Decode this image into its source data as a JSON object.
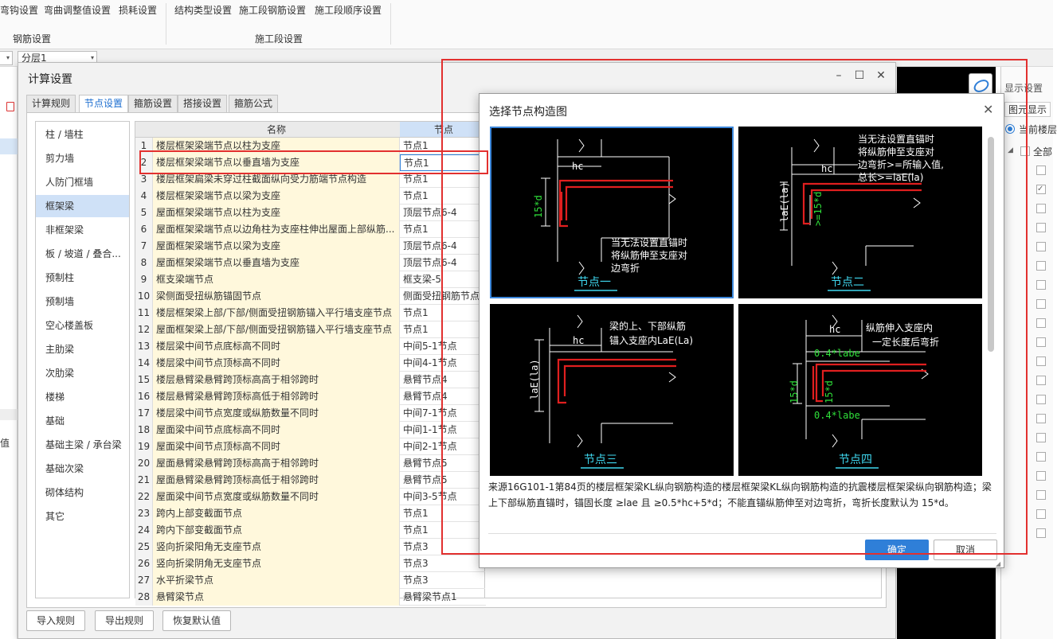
{
  "ribbon": {
    "items": [
      "弯钩设置",
      "弯曲调整值设置",
      "损耗设置",
      "结构类型设置",
      "施工段钢筋设置",
      "施工段顺序设置"
    ],
    "group_rebar": "钢筋设置",
    "group_section": "施工段设置"
  },
  "layer_combo": "分层1",
  "display_panel": {
    "title": "显示设置",
    "tab": "图元显示",
    "current": "当前楼层",
    "all": "全部"
  },
  "calc_dialog": {
    "title": "计算设置",
    "tabs": [
      "计算规则",
      "节点设置",
      "箍筋设置",
      "搭接设置",
      "箍筋公式"
    ],
    "active_tab": 1,
    "categories": [
      "柱 / 墙柱",
      "剪力墙",
      "人防门框墙",
      "框架梁",
      "非框架梁",
      "板 / 坡道 / 叠合...",
      "预制柱",
      "预制墙",
      "空心楼盖板",
      "主肋梁",
      "次肋梁",
      "楼梯",
      "基础",
      "基础主梁 / 承台梁",
      "基础次梁",
      "砌体结构",
      "其它"
    ],
    "selected_category": 3,
    "grid_headers": {
      "name": "名称",
      "node": "节点"
    },
    "rows": [
      {
        "no": "1",
        "name": "楼层框架梁端节点以柱为支座",
        "node": "节点1"
      },
      {
        "no": "2",
        "name": "楼层框架梁端节点以垂直墙为支座",
        "node": "节点1"
      },
      {
        "no": "3",
        "name": "楼层框架扁梁未穿过柱截面纵向受力筋端节点构造",
        "node": "节点1"
      },
      {
        "no": "4",
        "name": "楼层框架梁端节点以梁为支座",
        "node": "节点1"
      },
      {
        "no": "5",
        "name": "屋面框架梁端节点以柱为支座",
        "node": "顶层节点6-4"
      },
      {
        "no": "6",
        "name": "屋面框架梁端节点以边角柱为支座柱伸出屋面上部纵筋...",
        "node": "节点1"
      },
      {
        "no": "7",
        "name": "屋面框架梁端节点以梁为支座",
        "node": "顶层节点6-4"
      },
      {
        "no": "8",
        "name": "屋面框架梁端节点以垂直墙为支座",
        "node": "顶层节点6-4"
      },
      {
        "no": "9",
        "name": "框支梁端节点",
        "node": "框支梁-5"
      },
      {
        "no": "10",
        "name": "梁侧面受扭纵筋锚固节点",
        "node": "侧面受扭钢筋节点"
      },
      {
        "no": "11",
        "name": "楼层框架梁上部/下部/侧面受扭钢筋锚入平行墙支座节点",
        "node": "节点1"
      },
      {
        "no": "12",
        "name": "屋面框架梁上部/下部/侧面受扭钢筋锚入平行墙支座节点",
        "node": "节点1"
      },
      {
        "no": "13",
        "name": "楼层梁中间节点底标高不同时",
        "node": "中间5-1节点"
      },
      {
        "no": "14",
        "name": "楼层梁中间节点顶标高不同时",
        "node": "中间4-1节点"
      },
      {
        "no": "15",
        "name": "楼层悬臂梁悬臂跨顶标高高于相邻跨时",
        "node": "悬臂节点4"
      },
      {
        "no": "16",
        "name": "楼层悬臂梁悬臂跨顶标高低于相邻跨时",
        "node": "悬臂节点4"
      },
      {
        "no": "17",
        "name": "楼层梁中间节点宽度或纵筋数量不同时",
        "node": "中间7-1节点"
      },
      {
        "no": "18",
        "name": "屋面梁中间节点底标高不同时",
        "node": "中间1-1节点"
      },
      {
        "no": "19",
        "name": "屋面梁中间节点顶标高不同时",
        "node": "中间2-1节点"
      },
      {
        "no": "20",
        "name": "屋面悬臂梁悬臂跨顶标高高于相邻跨时",
        "node": "悬臂节点5"
      },
      {
        "no": "21",
        "name": "屋面悬臂梁悬臂跨顶标高低于相邻跨时",
        "node": "悬臂节点5"
      },
      {
        "no": "22",
        "name": "屋面梁中间节点宽度或纵筋数量不同时",
        "node": "中间3-5节点"
      },
      {
        "no": "23",
        "name": "跨内上部变截面节点",
        "node": "节点1"
      },
      {
        "no": "24",
        "name": "跨内下部变截面节点",
        "node": "节点1"
      },
      {
        "no": "25",
        "name": "竖向折梁阳角无支座节点",
        "node": "节点3"
      },
      {
        "no": "26",
        "name": "竖向折梁阴角无支座节点",
        "node": "节点3"
      },
      {
        "no": "27",
        "name": "水平折梁节点",
        "node": "节点3"
      },
      {
        "no": "28",
        "name": "悬臂梁节点",
        "node": "悬臂梁节点1"
      }
    ],
    "selected_row": 1,
    "footer": {
      "import": "导入规则",
      "export": "导出规则",
      "restore": "恢复默认值"
    }
  },
  "node_dialog": {
    "title": "选择节点构造图",
    "tiles": [
      {
        "caption": "节点一",
        "note1": "当无法设置直锚时",
        "note2": "将纵筋伸至支座对",
        "note3": "边弯折",
        "dim1": "hc",
        "dim2": "15*d"
      },
      {
        "caption": "节点二",
        "note1": "当无法设置直锚时",
        "note2": "将纵筋伸至支座对",
        "note3": "边弯折>=所输入值,",
        "note4": "总长>=laE(la)",
        "dim1": "hc",
        "dim2": "laE(la)",
        "dim3": ">=15*d"
      },
      {
        "caption": "节点三",
        "note1": "梁的上、下部纵筋",
        "note2": "锚入支座内LaE(La)",
        "dim1": "hc",
        "dim2": "laE(la)"
      },
      {
        "caption": "节点四",
        "note1": "纵筋伸入支座内",
        "note2": "一定长度后弯折",
        "dim1": "hc",
        "dim2": "0.4*labe",
        "dim3": "0.4*labe",
        "dim4": "15*d",
        "dim5": "15*d"
      }
    ],
    "selected_tile": 0,
    "description": "来源16G101-1第84页的楼层框架梁KL纵向钢筋构造的楼层框架梁KL纵向钢筋构造的抗震楼层框架梁纵向钢筋构造；梁上下部纵筋直锚时，锚固长度 ≥lae 且 ≥0.5*hc+5*d；不能直锚纵筋伸至对边弯折，弯折长度默认为 15*d。",
    "ok": "确定",
    "cancel": "取消"
  },
  "colors": {
    "accent": "#2f7fd8",
    "annotation": "#e2302f",
    "rebar": "#e01f1f",
    "dim_green": "#2fe03a",
    "caption_cyan": "#3fd8f0"
  }
}
